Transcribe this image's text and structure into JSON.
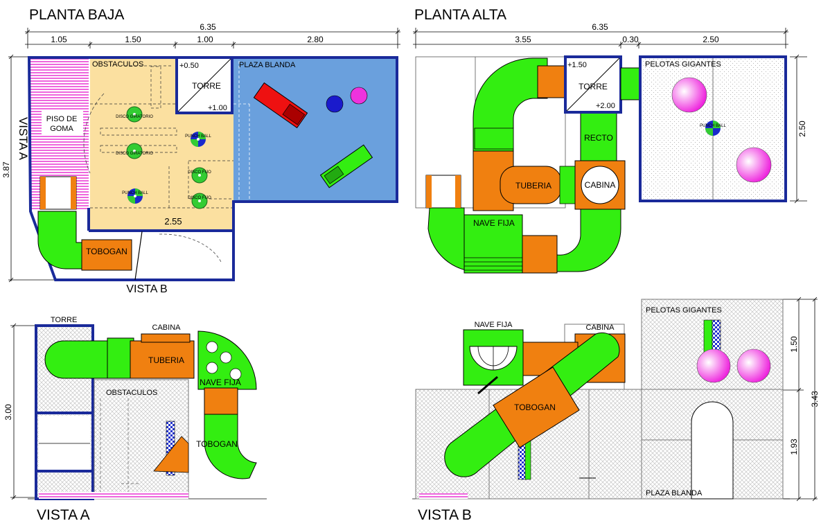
{
  "titles": {
    "planta_baja": "PLANTA BAJA",
    "planta_alta": "PLANTA ALTA",
    "vista_a_side": "VISTA A",
    "vista_b_label": "VISTA B",
    "vista_a": "VISTA A",
    "vista_b": "VISTA B"
  },
  "planta_baja": {
    "dims": {
      "total": "6.35",
      "d1": "1.05",
      "d2": "1.50",
      "d3": "1.00",
      "d4": "2.80",
      "height": "3.87",
      "inner": "2.55"
    },
    "labels": {
      "obstaculos": "OBSTACULOS",
      "plaza_blanda": "PLAZA BLANDA",
      "torre": "TORRE",
      "level_050": "+0.50",
      "level_100": "+1.00",
      "piso_de": "PISO DE",
      "goma": "GOMA",
      "tobogan": "TOBOGAN",
      "disco_giratorio": "DISCO GIRATORIO",
      "punch_ball": "PUNCH BALL",
      "disco_fijo": "DISCO FIJO"
    }
  },
  "planta_alta": {
    "dims": {
      "total": "6.35",
      "d1": "3.55",
      "d2": "0.30",
      "d3": "2.50",
      "height": "2.50"
    },
    "labels": {
      "torre": "TORRE",
      "level_150": "+1.50",
      "level_200": "+2.00",
      "pelotas_gigantes": "PELOTAS GIGANTES",
      "recto": "RECTO",
      "tuberia": "TUBERIA",
      "cabina": "CABINA",
      "nave_fija": "NAVE FIJA",
      "punch_ball": "PUNCH BALL"
    }
  },
  "vista_a_view": {
    "dims": {
      "height": "3.00"
    },
    "labels": {
      "torre": "TORRE",
      "cabina": "CABINA",
      "tuberia": "TUBERIA",
      "nave_fija": "NAVE FIJA",
      "obstaculos": "OBSTACULOS",
      "tobogan": "TOBOGAN"
    }
  },
  "vista_b_view": {
    "dims": {
      "top": "1.50",
      "bottom": "1.93",
      "total": "3.43"
    },
    "labels": {
      "nave_fija": "NAVE FIJA",
      "cabina": "CABINA",
      "pelotas_gigantes": "PELOTAS GIGANTES",
      "tobogan": "TOBOGAN",
      "plaza_blanda": "PLAZA BLANDA"
    }
  },
  "colors": {
    "structure": "#1a2a9a",
    "tube_green": "#33ee11",
    "tube_orange": "#f08010",
    "obstacle_area": "#fbe0a0",
    "plaza_blue": "#6aa0dd",
    "rubber_pink": "#ee66dd",
    "red_slide": "#ee1111",
    "ball_magenta": "#ee33dd"
  }
}
